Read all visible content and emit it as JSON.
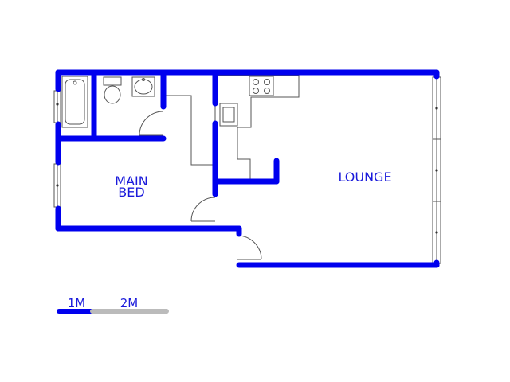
{
  "rooms": {
    "main_bed_line1": "MAIN",
    "main_bed_line2": "BED",
    "lounge": "LOUNGE"
  },
  "scale_bar": {
    "label_1": "1M",
    "label_2": "2M"
  },
  "colors": {
    "wall": "#0000ee",
    "label": "#1a1adb",
    "fixture": "#555555",
    "scale_grey": "#bbbbbb"
  }
}
